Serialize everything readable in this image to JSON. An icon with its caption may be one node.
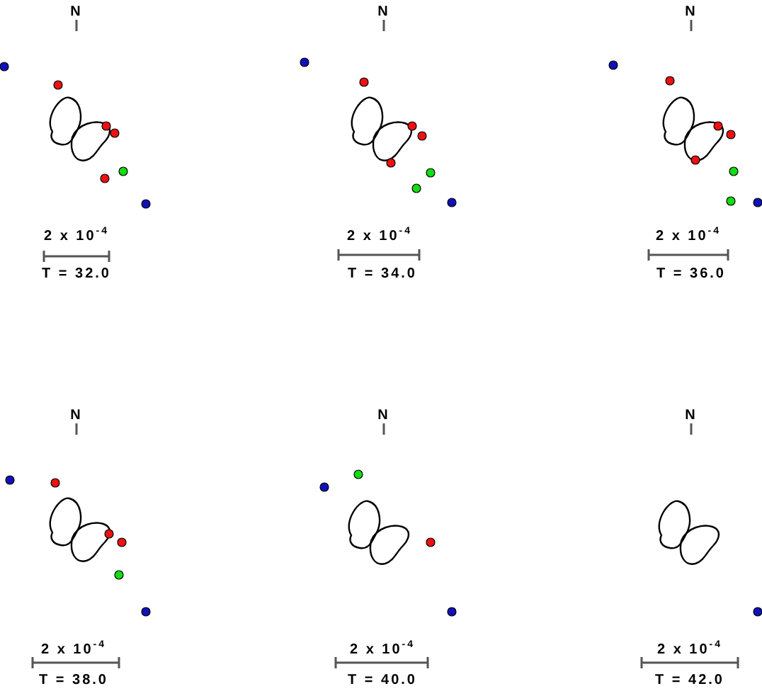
{
  "diagram": {
    "labels": [
      "N",
      "2 x 10$^{-4}$",
      "T = 32.0",
      "N",
      "2 x 10$^{-4}$",
      "T = 34.0",
      "N",
      "2 x 10$^{-4}$",
      "T = 36.0",
      "N",
      "2 x 10$^{-4}$",
      "T = 38.0",
      "N",
      "2 x 10$^{-4}$",
      "T = 40.0",
      "N",
      "2 x 10$^{-4}$",
      "T = 42.0"
    ]
  }
}
